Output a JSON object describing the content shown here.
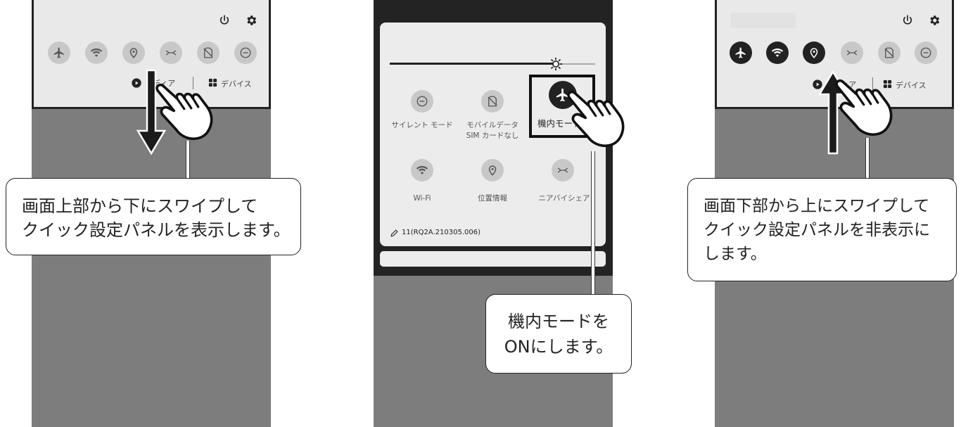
{
  "panel1": {
    "media_label": "メディア",
    "device_label": "デバイス",
    "tiles": [
      {
        "icon": "airplane-icon",
        "state": "off"
      },
      {
        "icon": "wifi-icon",
        "state": "off"
      },
      {
        "icon": "location-icon",
        "state": "off"
      },
      {
        "icon": "nearby-share-icon",
        "state": "off"
      },
      {
        "icon": "no-sim-icon",
        "state": "off"
      },
      {
        "icon": "dnd-icon",
        "state": "off"
      }
    ],
    "callout_line1": "画面上部から下にスワイプして",
    "callout_line2": "クイック設定パネルを表示します。"
  },
  "panel2": {
    "tiles": [
      {
        "icon": "dnd-icon",
        "label": "サイレント モード",
        "state": "off"
      },
      {
        "icon": "no-sim-icon",
        "label": "モバイルデータ",
        "sublabel": "SIM カードなし",
        "state": "off"
      },
      {
        "icon": "airplane-icon",
        "label": "機内モード",
        "state": "on"
      },
      {
        "icon": "wifi-icon",
        "label": "Wi-Fi",
        "state": "off"
      },
      {
        "icon": "location-icon",
        "label": "位置情報",
        "state": "off"
      },
      {
        "icon": "nearby-share-icon",
        "label": "ニアバイシェア",
        "state": "off"
      }
    ],
    "build_text": "11(RQ2A.210305.006)",
    "callout_line1": "機内モードを",
    "callout_line2": "ONにします。"
  },
  "panel3": {
    "media_label": "メディア",
    "device_label": "デバイス",
    "tiles": [
      {
        "icon": "airplane-icon",
        "state": "on"
      },
      {
        "icon": "wifi-icon",
        "state": "on"
      },
      {
        "icon": "location-icon",
        "state": "on"
      },
      {
        "icon": "nearby-share-icon",
        "state": "off"
      },
      {
        "icon": "no-sim-icon",
        "state": "off"
      },
      {
        "icon": "dnd-icon",
        "state": "off"
      }
    ],
    "callout_line1": "画面下部から上にスワイプして",
    "callout_line2": "クイック設定パネルを非表示に",
    "callout_line3": "します。"
  }
}
